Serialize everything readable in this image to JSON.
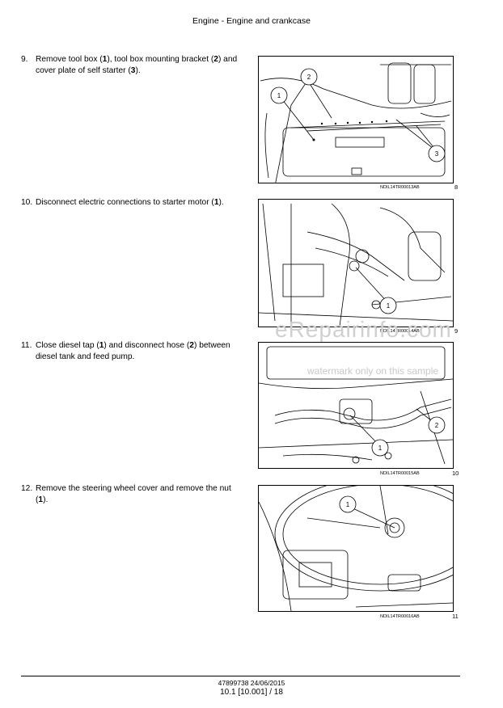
{
  "header": {
    "title": "Engine - Engine and crankcase"
  },
  "steps": [
    {
      "num": "9.",
      "line1_pre": "Remove tool box (",
      "line1_b1": "1",
      "line1_mid": "), tool box mounting bracket (",
      "line1_b2": "2",
      "line1_post": ") and",
      "line2_pre": "cover plate of self starter (",
      "line2_b": "3",
      "line2_post": ")."
    },
    {
      "num": "10.",
      "pre": "Disconnect electric connections to starter motor (",
      "b": "1",
      "post": ")."
    },
    {
      "num": "11.",
      "line1_pre": "Close diesel tap (",
      "line1_b1": "1",
      "line1_mid": ") and disconnect hose (",
      "line1_b2": "2",
      "line1_post": ") between",
      "line2": "diesel tank and feed pump."
    },
    {
      "num": "12.",
      "line1": "Remove the steering wheel cover and remove the nut",
      "line2_pre": "(",
      "line2_b": "1",
      "line2_post": ")."
    }
  ],
  "figures": [
    {
      "caption": "NDIL14TR00013AB",
      "number": "8",
      "callouts": [
        "1",
        "2",
        "3"
      ]
    },
    {
      "caption": "NDIL14TR00014AB",
      "number": "9",
      "callouts": [
        "1"
      ]
    },
    {
      "caption": "NDIL14TR00015AB",
      "number": "10",
      "callouts": [
        "1",
        "2"
      ]
    },
    {
      "caption": "NDIL14TR00016AB",
      "number": "11",
      "callouts": [
        "1"
      ]
    }
  ],
  "watermark": {
    "main": "eRepairinfo.com",
    "sub": "watermark only on this sample"
  },
  "footer": {
    "doc": "47899738 24/06/2015",
    "page": "10.1 [10.001] / 18"
  }
}
